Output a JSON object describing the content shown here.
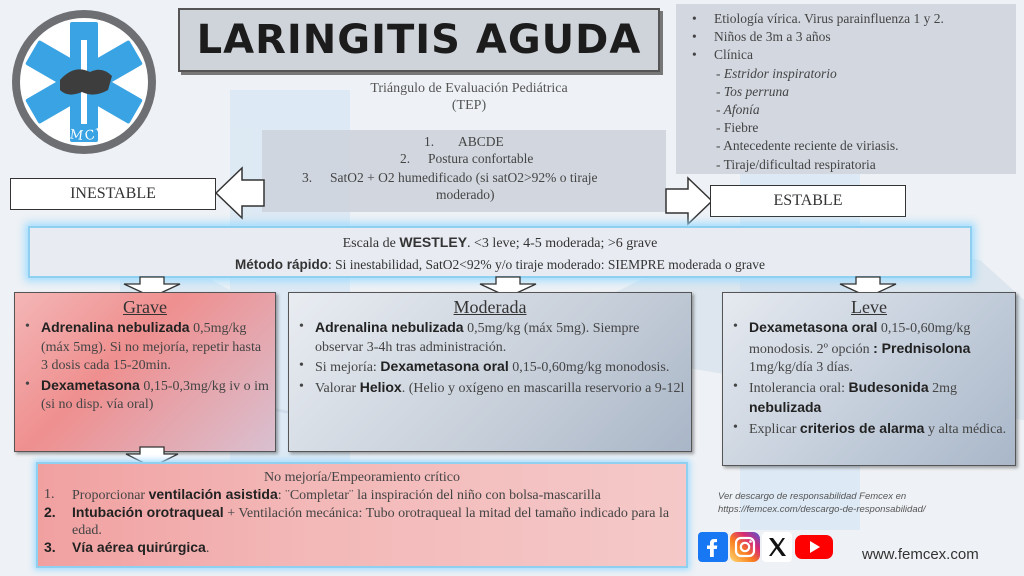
{
  "title": "LARINGITIS AGUDA",
  "logo": {
    "text": "FEMCEX"
  },
  "tep": {
    "line1": "Triángulo de Evaluación Pediátrica",
    "line2": "(TEP)",
    "items": [
      {
        "num": "1.",
        "text": "ABCDE"
      },
      {
        "num": "2.",
        "text": "Postura confortable"
      },
      {
        "num": "3.",
        "text": "SatO2 + O2 humedificado (si satO2>92% o tiraje"
      },
      {
        "num": "",
        "text": "moderado)"
      }
    ]
  },
  "inestable_label": "INESTABLE",
  "estable_label": "ESTABLE",
  "etiology": {
    "items": [
      "Etiología vírica. Virus parainfluenza 1 y 2.",
      "Niños de 3m a 3 años",
      "Clínica"
    ],
    "clinica": [
      {
        "text": "- Estridor inspiratorio",
        "italic": true
      },
      {
        "text": "- Tos perruna",
        "italic": true
      },
      {
        "text": "- Afonía",
        "italic": true
      },
      {
        "text": "- Fiebre",
        "italic": false
      },
      {
        "text": "- Antecedente reciente de viriasis.",
        "italic": false
      },
      {
        "text": "- Tiraje/dificultad respiratoria",
        "italic": false
      }
    ]
  },
  "westley": {
    "prefix": "Escala de ",
    "name": "WESTLEY",
    "scale": ". <3 leve; 4-5 moderada; >6 grave",
    "rapid_label": "Método rápido",
    "rapid_text": ": Si inestabilidad, SatO2<92% y/o tiraje moderado: SIEMPRE moderada o grave"
  },
  "grave": {
    "header": "Grave",
    "b1_bold": "Adrenalina nebulizada",
    "b1_rest": " 0,5mg/kg (máx 5mg). Si no mejoría, repetir hasta 3 dosis cada 15-20min.",
    "b2_bold": "Dexametasona",
    "b2_rest": " 0,15-0,3mg/kg iv o im (si no disp. vía oral)"
  },
  "moderada": {
    "header": "Moderada",
    "b1_bold": "Adrenalina nebulizada",
    "b1_rest": " 0,5mg/kg (máx 5mg). Siempre observar 3-4h tras administración.",
    "b2_pre": "Si mejoría: ",
    "b2_bold": "Dexametasona oral",
    "b2_rest": " 0,15-0,60mg/kg monodosis.",
    "b3_pre": "Valorar ",
    "b3_bold": "Heliox",
    "b3_rest": ". (Helio y oxígeno en mascarilla reservorio a 9-12l"
  },
  "leve": {
    "header": "Leve",
    "b1_bold": "Dexametasona oral",
    "b1_rest": " 0,15-0,60mg/kg monodosis. 2º opción ",
    "b1_bold2": ": Prednisolona",
    "b1_rest2": " 1mg/kg/día 3 días.",
    "b2_pre": "Intolerancia oral: ",
    "b2_bold": "Budesonida",
    "b2_rest": " 2mg",
    "b2_bold2": "nebulizada",
    "b3_pre": "Explicar ",
    "b3_bold": "criterios de alarma",
    "b3_rest": " y alta médica."
  },
  "no_mejoria": {
    "header": "No mejoría/Empeoramiento crítico",
    "i1_num": "1.",
    "i1_pre": "Proporcionar ",
    "i1_bold": "ventilación asistida",
    "i1_rest": ": ¨Completar¨ la inspiración del niño con bolsa-mascarilla",
    "i2_num": "2.",
    "i2_bold": "Intubación orotraqueal",
    "i2_rest": " + Ventilación mecánica: Tubo orotraqueal la mitad del tamaño indicado para la edad.",
    "i3_num": "3.",
    "i3_bold": "Vía aérea quirúrgica",
    "i3_rest": "."
  },
  "disclaimer": {
    "line1": "Ver descargo de responsabilidad Femcex en",
    "line2": "https://femcex.com/descargo-de-responsabilidad/"
  },
  "website": "www.femcex.com",
  "colors": {
    "accent_glow": "#9fdcff",
    "grave_red": "#ef8f8f",
    "panel_gray": "#c6ced9"
  }
}
